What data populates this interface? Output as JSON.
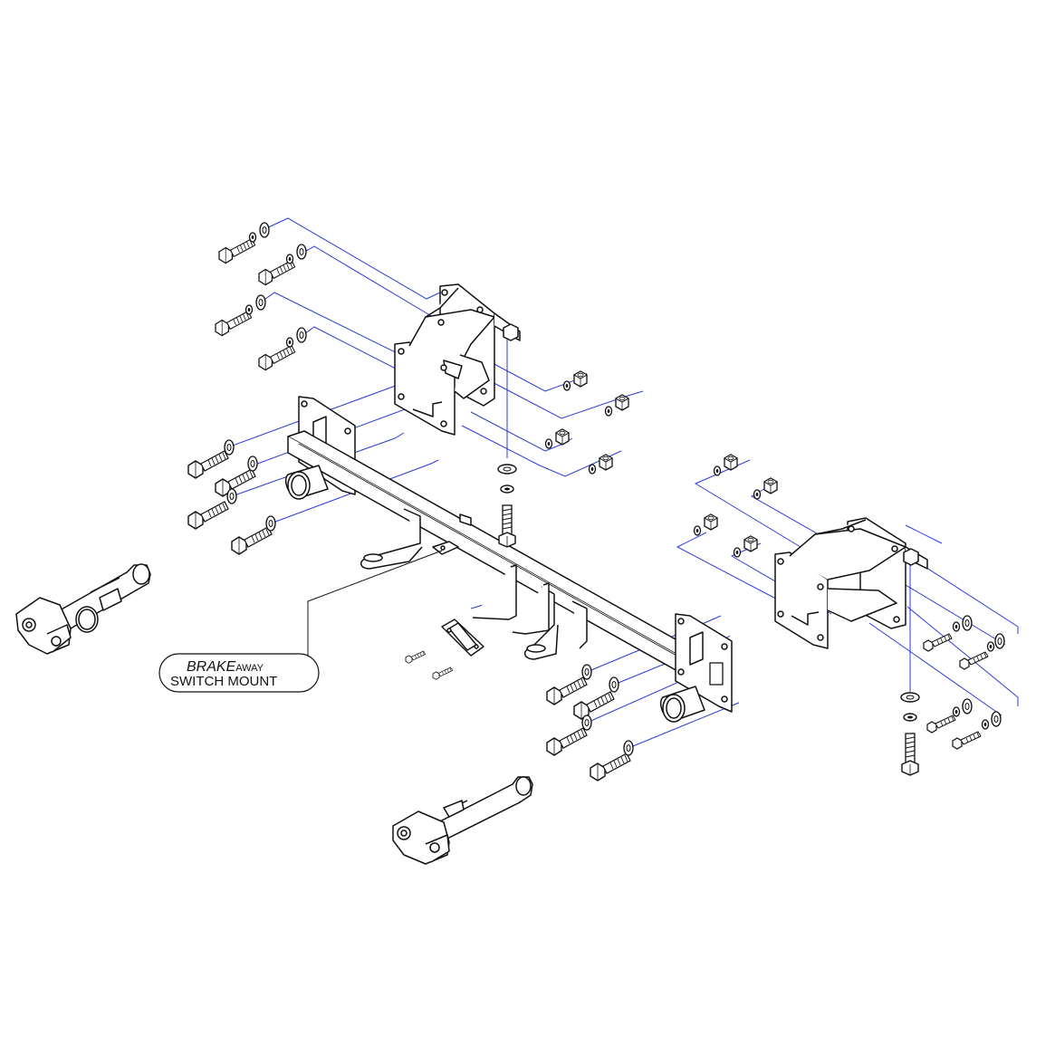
{
  "callout": {
    "line1_italic": "BRAKE",
    "line1_small": "AWAY",
    "line2": "SWITCH MOUNT"
  },
  "colors": {
    "line": "#111111",
    "leader": "#2a3bd6",
    "background": "#ffffff"
  }
}
